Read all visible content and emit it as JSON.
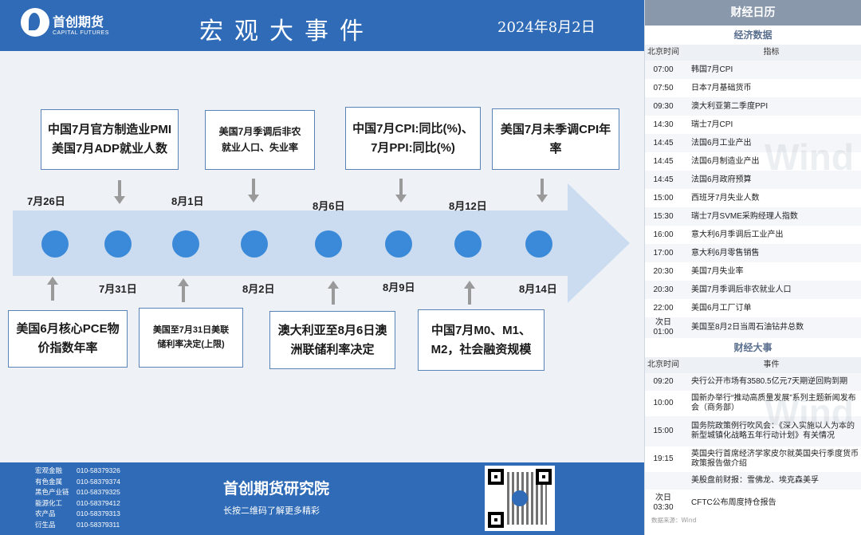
{
  "header": {
    "logo_cn": "首创期货",
    "logo_en": "CAPITAL FUTURES",
    "title": "宏观大事件",
    "date": "2024年8月2日"
  },
  "timeline": {
    "top_boxes": [
      "中国7月官方制造业PMI\n美国7月ADP就业人数",
      "美国7月季调后非农\n就业人口、失业率",
      "中国7月CPI:同比(%)、\n7月PPI:同比(%)",
      "美国7月未季调CPI年\n率"
    ],
    "bottom_boxes": [
      "美国6月核心PCE物\n价指数年率",
      "美国至7月31日美联\n储利率决定(上限)",
      "澳大利亚至8月6日澳\n洲联储利率决定",
      "中国7月M0、M1、\nM2，社会融资规模"
    ],
    "top_dates": [
      "7月26日",
      "8月1日",
      "8月6日",
      "8月12日"
    ],
    "bottom_dates": [
      "7月31日",
      "8月2日",
      "8月9日",
      "8月14日"
    ]
  },
  "footer": {
    "contacts": [
      {
        "dept": "宏观金融",
        "phone": "010-58379326"
      },
      {
        "dept": "有色金属",
        "phone": "010-58379374"
      },
      {
        "dept": "黑色产业链",
        "phone": "010-58379325"
      },
      {
        "dept": "能源化工",
        "phone": "010-58379412"
      },
      {
        "dept": "农产品",
        "phone": "010-58379313"
      },
      {
        "dept": "衍生品",
        "phone": "010-58379311"
      }
    ],
    "title": "首创期货研究院",
    "subtitle": "长按二维码了解更多精彩"
  },
  "calendar": {
    "header": "财经日历",
    "econ_title": "经济数据",
    "col_time": "北京时间",
    "col_indicator": "指标",
    "econ_rows": [
      {
        "time": "07:00",
        "name": "韩国7月CPI"
      },
      {
        "time": "07:50",
        "name": "日本7月基础货币"
      },
      {
        "time": "09:30",
        "name": "澳大利亚第二季度PPI"
      },
      {
        "time": "14:30",
        "name": "瑞士7月CPI"
      },
      {
        "time": "14:45",
        "name": "法国6月工业产出"
      },
      {
        "time": "14:45",
        "name": "法国6月制造业产出"
      },
      {
        "time": "14:45",
        "name": "法国6月政府预算"
      },
      {
        "time": "15:00",
        "name": "西班牙7月失业人数"
      },
      {
        "time": "15:30",
        "name": "瑞士7月SVME采购经理人指数"
      },
      {
        "time": "16:00",
        "name": "意大利6月季调后工业产出"
      },
      {
        "time": "17:00",
        "name": "意大利6月零售销售"
      },
      {
        "time": "20:30",
        "name": "美国7月失业率"
      },
      {
        "time": "20:30",
        "name": "美国7月季调后非农就业人口"
      },
      {
        "time": "22:00",
        "name": "美国6月工厂订单"
      },
      {
        "time": "次日\n01:00",
        "name": "美国至8月2日当周石油钻井总数"
      }
    ],
    "events_title": "财经大事",
    "col_event": "事件",
    "event_rows": [
      {
        "time": "09:20",
        "name": "央行公开市场有3580.5亿元7天期逆回购到期"
      },
      {
        "time": "10:00",
        "name": "国新办举行“推动高质量发展”系列主题新闻发布会（商务部）"
      },
      {
        "time": "15:00",
        "name": "国务院政策例行吹风会：《深入实施以人为本的新型城镇化战略五年行动计划》有关情况"
      },
      {
        "time": "19:15",
        "name": "英国央行首席经济学家皮尔就英国央行季度货币政策报告做介绍"
      },
      {
        "time": "",
        "name": "美股盘前财报：雪佛龙、埃克森美孚"
      },
      {
        "time": "次日\n03:30",
        "name": "CFTC公布周度持仓报告"
      }
    ],
    "source": "数据来源：Wind",
    "watermark": "Wind"
  }
}
